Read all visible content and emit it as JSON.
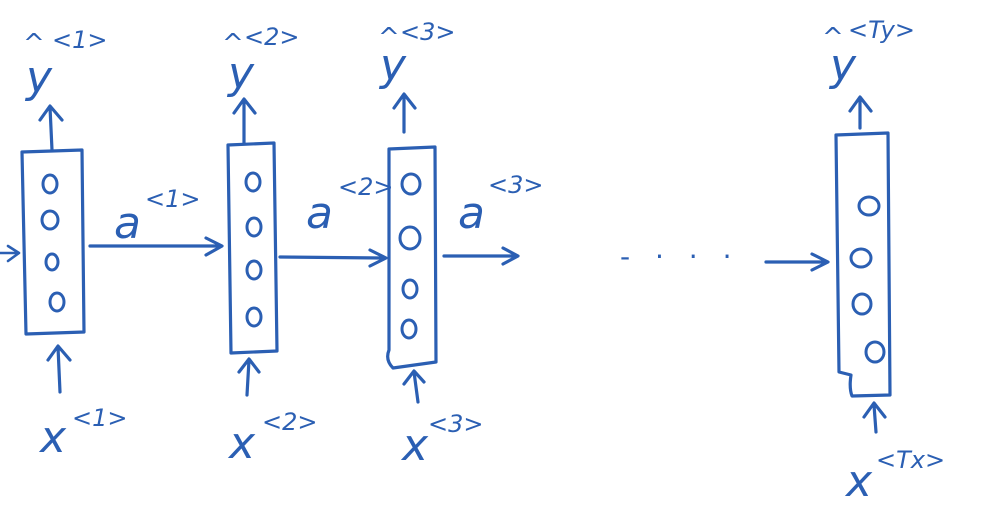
{
  "diagram": {
    "ink_color": "#2b5fb3",
    "cells": [
      {
        "y_letter": "y",
        "y_sup": "<1>",
        "x_letter": "x",
        "x_sup": "<1>"
      },
      {
        "y_letter": "y",
        "y_sup": "<2>",
        "x_letter": "x",
        "x_sup": "<2>"
      },
      {
        "y_letter": "y",
        "y_sup": "<3>",
        "x_letter": "x",
        "x_sup": "<3>"
      },
      {
        "y_letter": "y",
        "y_sup": "<Ty>",
        "x_letter": "x",
        "x_sup": "<Tx>"
      }
    ],
    "hat_symbol": "^",
    "activations": [
      {
        "letter": "a",
        "sup": "<1>"
      },
      {
        "letter": "a",
        "sup": "<2>"
      },
      {
        "letter": "a",
        "sup": "<3>"
      }
    ],
    "ellipsis": "- · · ·"
  }
}
